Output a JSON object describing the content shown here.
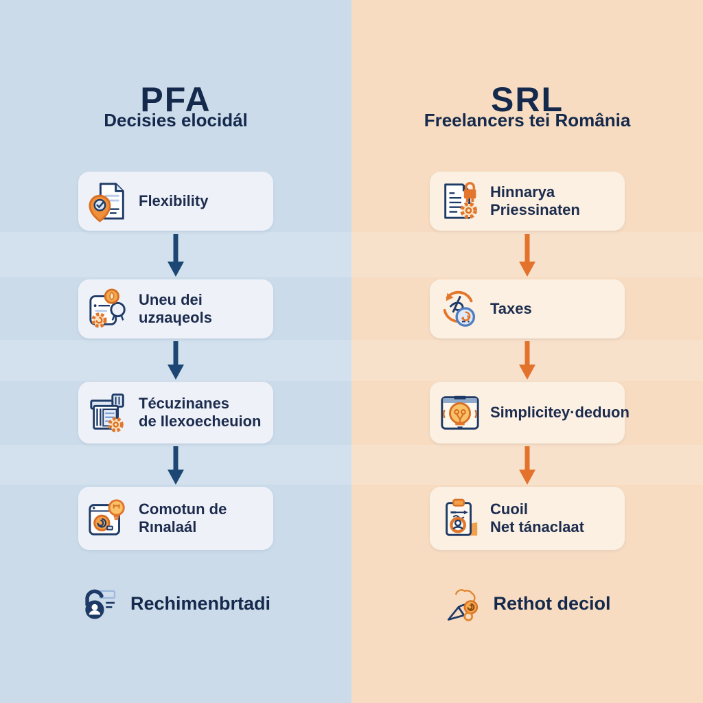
{
  "left": {
    "title": "PFA",
    "subtitle": "Decisies elocidál",
    "items": [
      {
        "label": "Flexibility",
        "icon": "document-pin-icon"
      },
      {
        "label": "Uneu dei uzяaɥeols",
        "icon": "certificate-gear-icon"
      },
      {
        "label": "Técuzinanes\nde Ilexoecheuion",
        "icon": "archive-gear-icon"
      },
      {
        "label": "Comotun de\nRınalaál",
        "icon": "browser-idea-icon"
      }
    ],
    "footer": "Rechimenbrtadi",
    "colors": {
      "background": "#cbdbea",
      "box": "#eef2f8",
      "arrow": "#1c4674",
      "text": "#14294b"
    }
  },
  "right": {
    "title": "SRL",
    "subtitle": "Freelancers tei România",
    "items": [
      {
        "label": "Hinnarya\nPriessinaten",
        "icon": "document-lock-gear-icon"
      },
      {
        "label": "Taxes",
        "icon": "tax-cycle-icon"
      },
      {
        "label": "Simplicitey·deduon",
        "icon": "tablet-idea-icon"
      },
      {
        "label": "Cuoil\nNet tánaclaat",
        "icon": "clipboard-person-icon"
      }
    ],
    "footer": "Rethot deciol",
    "colors": {
      "background": "#f7dcc2",
      "box": "#fbf0e2",
      "arrow": "#e2722c",
      "text": "#14294b"
    }
  }
}
